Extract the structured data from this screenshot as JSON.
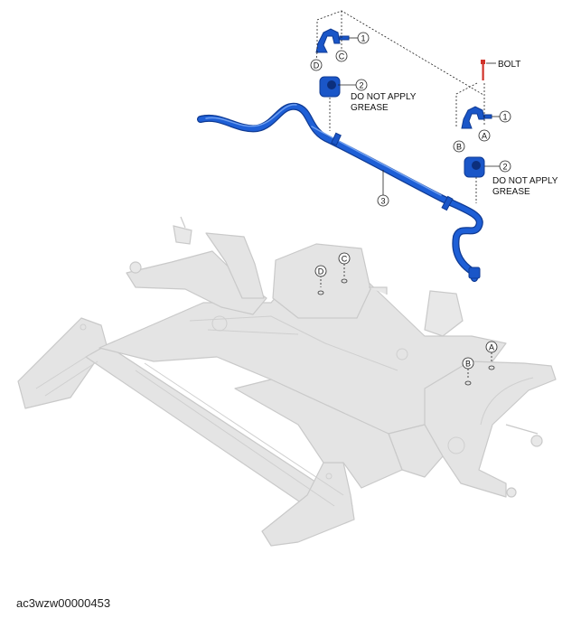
{
  "labels": {
    "bolt": "BOLT",
    "note_upper_1": "DO NOT APPLY",
    "note_upper_2": "GREASE",
    "note_lower_1": "DO NOT APPLY",
    "note_lower_2": "GREASE"
  },
  "callouts": {
    "bracket_upper": "1",
    "bushing_upper": "2",
    "bracket_lower": "1",
    "bushing_lower": "2",
    "bar": "3"
  },
  "points": {
    "upper_d": "D",
    "upper_c": "C",
    "lower_b": "B",
    "lower_a": "A",
    "frame_d": "D",
    "frame_c": "C",
    "frame_a": "A",
    "frame_b": "B"
  },
  "caption": "ac3wzw00000453",
  "colors": {
    "part_blue": "#1a56c8",
    "frame_gray": "#e3e3e3",
    "bolt_red": "#d0322a"
  }
}
